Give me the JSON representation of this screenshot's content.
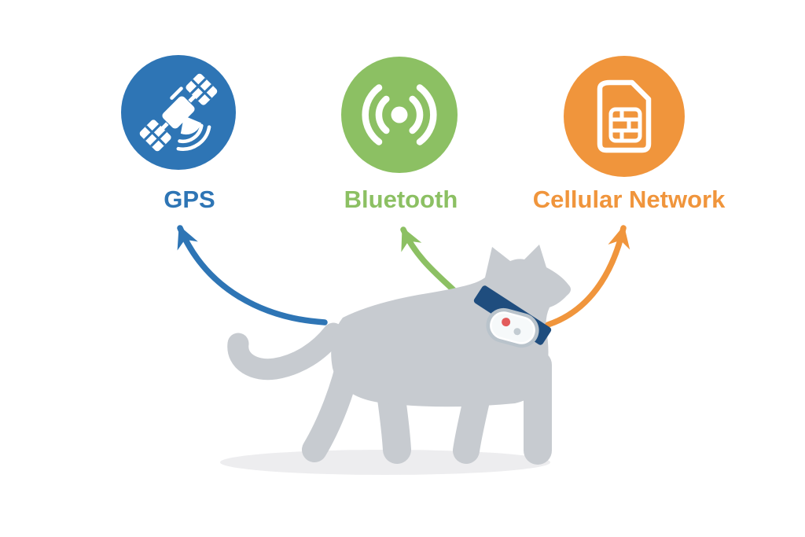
{
  "nodes": [
    {
      "id": "gps",
      "label": "GPS",
      "icon": "gps-satellite-icon",
      "color": "#2e75b5"
    },
    {
      "id": "bluetooth",
      "label": "Bluetooth",
      "icon": "wireless-signal-icon",
      "color": "#8cc063"
    },
    {
      "id": "cellular",
      "label": "Cellular Network",
      "icon": "sim-card-icon",
      "color": "#f0953c"
    }
  ],
  "subject": {
    "description": "gray cat silhouette walking right, wearing a navy collar with a white GPS tracker pod",
    "tracker_leds": [
      "red",
      "gray"
    ]
  },
  "colors": {
    "background": "#ffffff",
    "gps": "#2e75b5",
    "bluetooth": "#8cc063",
    "cellular": "#f0953c",
    "cat": "#c7cbd0",
    "shadow": "#ededef",
    "collar": "#1f4d7e",
    "tracker_shell": "#b9c3cb",
    "tracker_face": "#f6f9fa",
    "led_red": "#e25c5c",
    "led_gray": "#c3ccd2"
  }
}
